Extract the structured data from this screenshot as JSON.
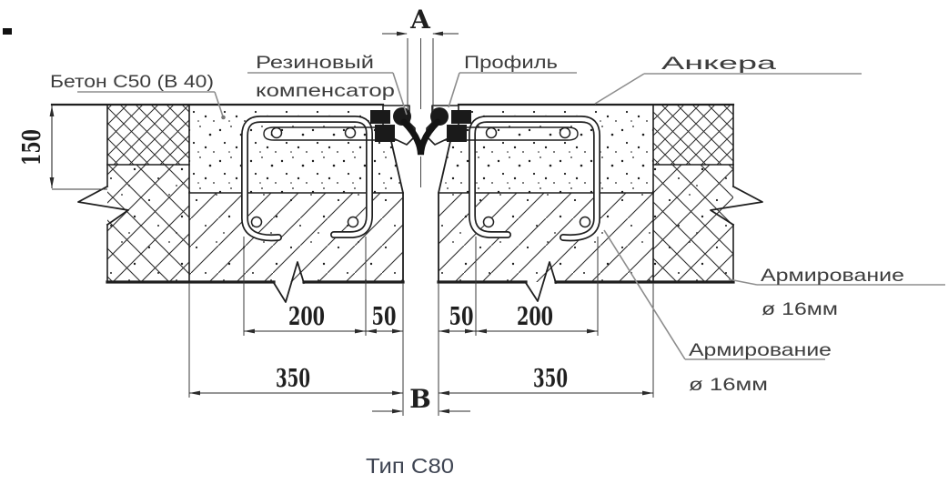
{
  "drawing": {
    "title": "Тип C80",
    "labels": {
      "concrete": "Бетон C50 (B 40)",
      "rubber_compensator_line1": "Резиновый",
      "rubber_compensator_line2": "компенсатор",
      "profile": "Профиль",
      "anchors": "Анкера",
      "reinforcement_top_line1": "Армирование",
      "reinforcement_top_line2": "ø 16мм",
      "reinforcement_bottom_line1": "Армирование",
      "reinforcement_bottom_line2": "ø 16мм"
    },
    "dimensions": {
      "recess_depth": "150",
      "stirrup_width_left": "200",
      "edge_offset_left": "50",
      "edge_offset_right": "50",
      "stirrup_width_right": "200",
      "block_width_left": "350",
      "block_width_right": "350",
      "gap_top_marker": "A",
      "gap_bottom_marker": "B"
    },
    "colors": {
      "ink": "#1f1f1f",
      "label": "#3d3d3d",
      "leader": "#8d8d8d",
      "title": "#3e4452"
    }
  }
}
